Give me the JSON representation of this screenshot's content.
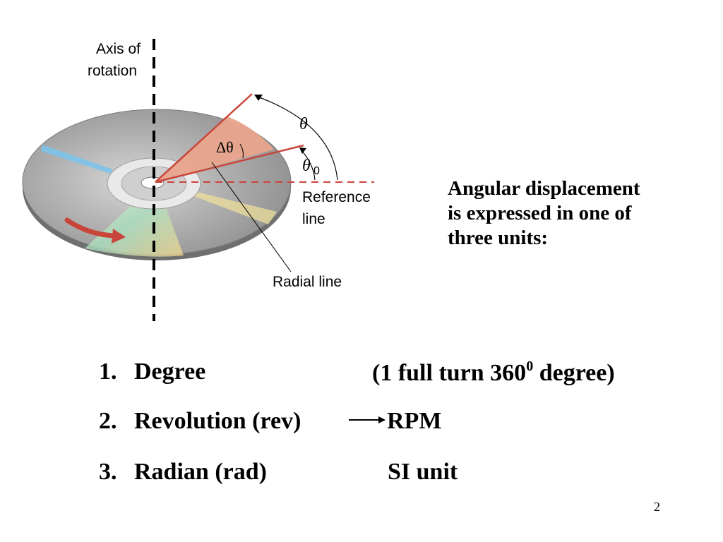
{
  "diagram": {
    "axis_label_line1": "Axis of",
    "axis_label_line2": "rotation",
    "theta": "θ",
    "delta_theta": "Δθ",
    "theta_zero": "θ",
    "theta_zero_sub": "0",
    "reference_line1": "Reference",
    "reference_line2": "line",
    "radial_line": "Radial line"
  },
  "intro": {
    "line1": "Angular displacement",
    "line2": "is expressed in one of",
    "line3": "three units:"
  },
  "units": [
    {
      "number": "1.",
      "name": "Degree",
      "note_prefix": "(1 full turn 360",
      "note_sup": "0",
      "note_suffix": " degree)"
    },
    {
      "number": "2.",
      "name": "Revolution (rev)",
      "note": "RPM"
    },
    {
      "number": "3.",
      "name": "Radian (rad)",
      "note": "SI unit"
    }
  ],
  "page_number": "2",
  "colors": {
    "accent_red": "#c8453a",
    "sector_fill": "#e9a48c",
    "disc_gray": "#a9a9a9"
  }
}
